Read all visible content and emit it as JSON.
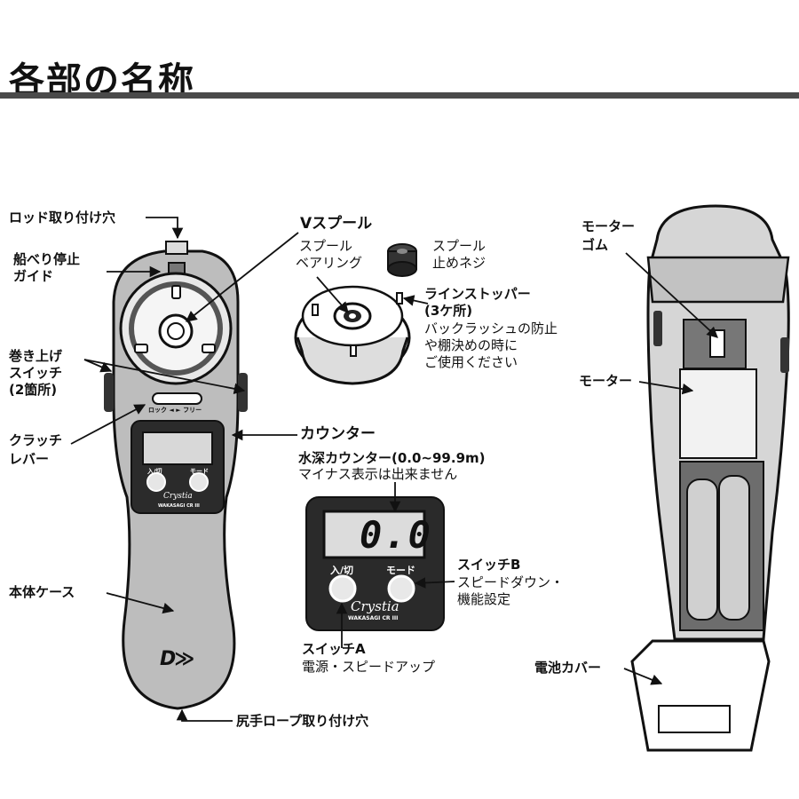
{
  "title": "各部の名称",
  "labels": {
    "rod_hole": "ロッド取り付け穴",
    "guide": [
      "船べり停止",
      "ガイド"
    ],
    "wind_switch": [
      "巻き上げ",
      "スイッチ",
      "(2箇所)"
    ],
    "clutch": [
      "クラッチ",
      "レバー"
    ],
    "body_case": "本体ケース",
    "rope_hole": "尻手ロープ取り付け穴",
    "v_spool": "Vスプール",
    "spool_bearing": [
      "スプール",
      "ベアリング"
    ],
    "spool_screw": [
      "スプール",
      "止めネジ"
    ],
    "line_stopper": [
      "ラインストッパー",
      "(3ケ所)"
    ],
    "line_stopper_desc": [
      "バックラッシュの防止",
      "や棚決めの時に",
      "ご使用ください"
    ],
    "counter": "カウンター",
    "depth_counter": "水深カウンター(0.0~99.9m)",
    "depth_note": "マイナス表示は出来ません",
    "switch_b": "スイッチB",
    "switch_b_desc": [
      "スピードダウン・",
      "機能設定"
    ],
    "switch_a": "スイッチA",
    "switch_a_desc": "電源・スピードアップ",
    "motor_rubber": [
      "モーター",
      "ゴム"
    ],
    "motor": "モーター",
    "battery_cover": "電池カバー"
  },
  "device": {
    "lcd_value": "0.0",
    "btn_power": "入/切",
    "btn_mode": "モード",
    "brand": "Crystia",
    "model": "WAKASAGI CR III",
    "lock_free": "ロック ◄ ► フリー",
    "logo": "D≫"
  }
}
